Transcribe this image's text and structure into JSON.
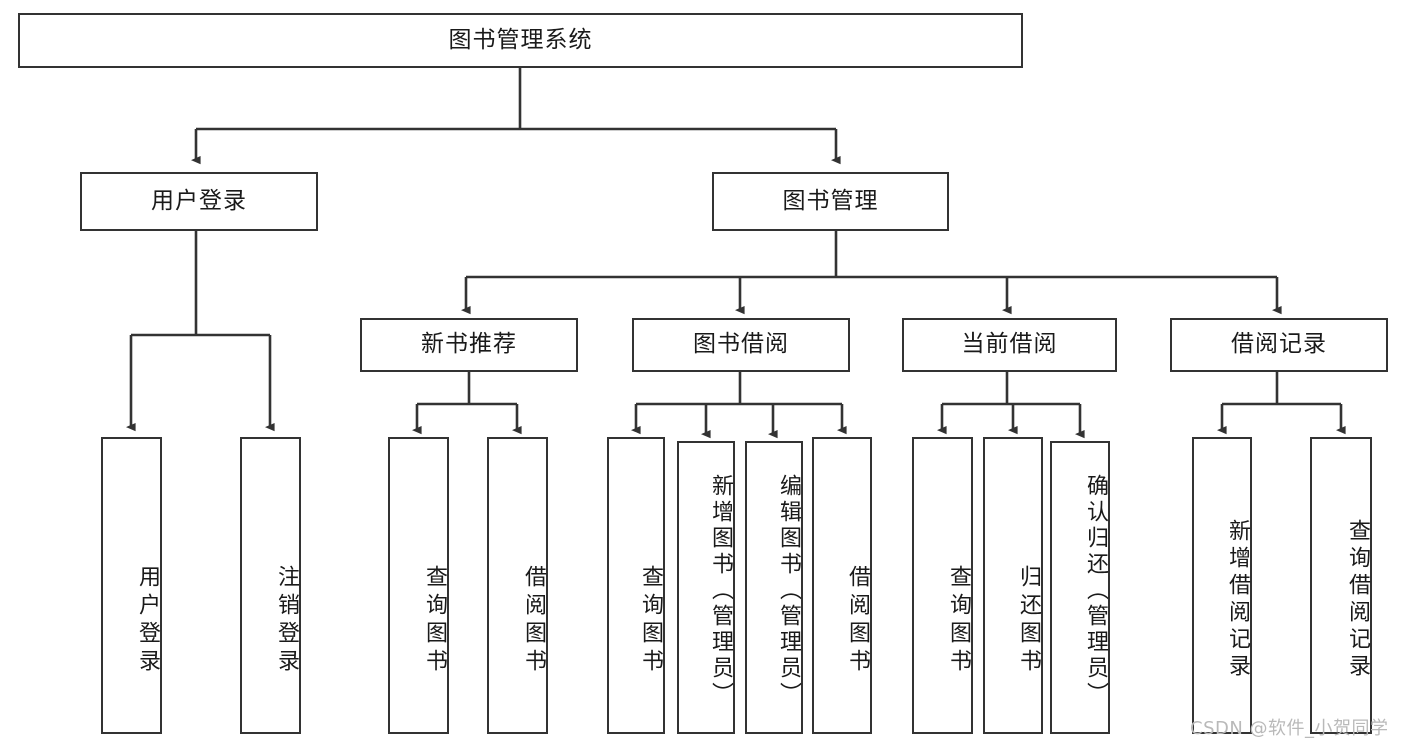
{
  "diagram": {
    "type": "tree-hierarchy-flowchart",
    "root": {
      "label": "图书管理系统"
    },
    "level2": [
      {
        "label": "用户登录"
      },
      {
        "label": "图书管理"
      }
    ],
    "level3": [
      {
        "label": "新书推荐"
      },
      {
        "label": "图书借阅"
      },
      {
        "label": "当前借阅"
      },
      {
        "label": "借阅记录"
      }
    ],
    "leaves": {
      "user_login": [
        {
          "label": "用户登录"
        },
        {
          "label": "注销登录"
        }
      ],
      "new_book_recommend": [
        {
          "label": "查询图书"
        },
        {
          "label": "借阅图书"
        }
      ],
      "book_borrow": [
        {
          "label": "查询图书"
        },
        {
          "label": "新增图书（管理员）"
        },
        {
          "label": "编辑图书（管理员）"
        },
        {
          "label": "借阅图书"
        }
      ],
      "current_borrow": [
        {
          "label": "查询图书"
        },
        {
          "label": "归还图书"
        },
        {
          "label": "确认归还（管理员）"
        }
      ],
      "borrow_record": [
        {
          "label": "新增借阅记录"
        },
        {
          "label": "查询借阅记录"
        }
      ]
    }
  },
  "watermark": {
    "text": "CSDN @软件_小贺同学"
  },
  "colors": {
    "stroke": "#333333",
    "background": "#ffffff",
    "text": "#1a1a1a",
    "watermark": "#b9b9b9"
  }
}
